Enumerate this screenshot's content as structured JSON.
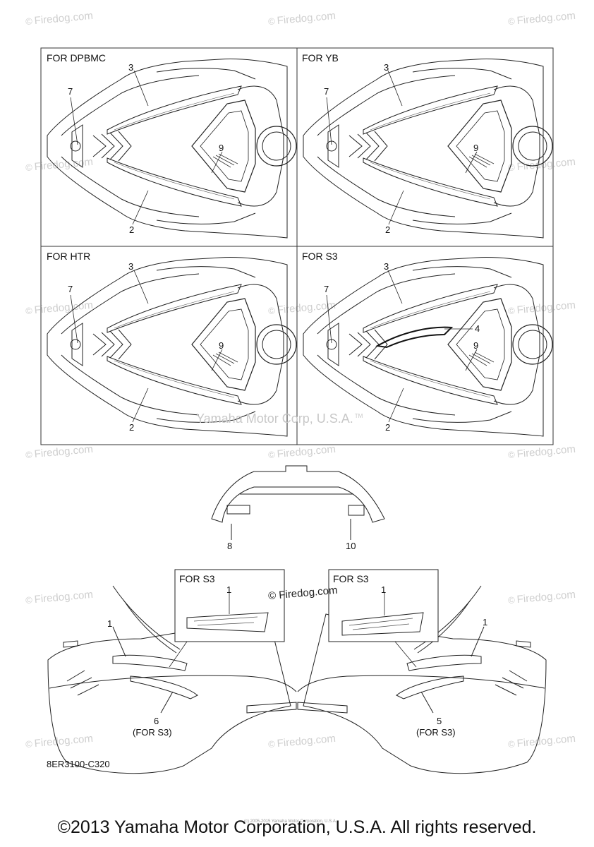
{
  "watermark": {
    "symbol": "©",
    "text": "Firedog.com"
  },
  "center_watermark": "© Firedog.com",
  "middle_watermark": {
    "text": "Yamaha Motor Corp, U.S.A.",
    "mark": "TM"
  },
  "panels": [
    {
      "label": "FOR DPBMC",
      "callouts": [
        "3",
        "7",
        "9",
        "2"
      ]
    },
    {
      "label": "FOR YB",
      "callouts": [
        "3",
        "7",
        "9",
        "2"
      ]
    },
    {
      "label": "FOR HTR",
      "callouts": [
        "3",
        "7",
        "9",
        "2"
      ]
    },
    {
      "label": "FOR S3",
      "callouts": [
        "3",
        "7",
        "4",
        "9",
        "2"
      ]
    }
  ],
  "rear_callouts": [
    "8",
    "10"
  ],
  "left_side": {
    "inset_label": "FOR S3",
    "inset_callout": "1",
    "callouts": [
      "1",
      "6"
    ],
    "note": "(FOR S3)"
  },
  "right_side": {
    "inset_label": "FOR S3",
    "inset_callout": "1",
    "callouts": [
      "1",
      "5"
    ],
    "note": "(FOR S3)"
  },
  "part_code": "8ER3100-C320",
  "tiny_copyright": "(c) 2005-2015 Yamaha Motor Corporation, U.S.A.",
  "footer": "©2013 Yamaha Motor Corporation, U.S.A. All rights reserved.",
  "colors": {
    "line": "#222222",
    "watermark": "#cfcfcf",
    "background": "#ffffff"
  }
}
